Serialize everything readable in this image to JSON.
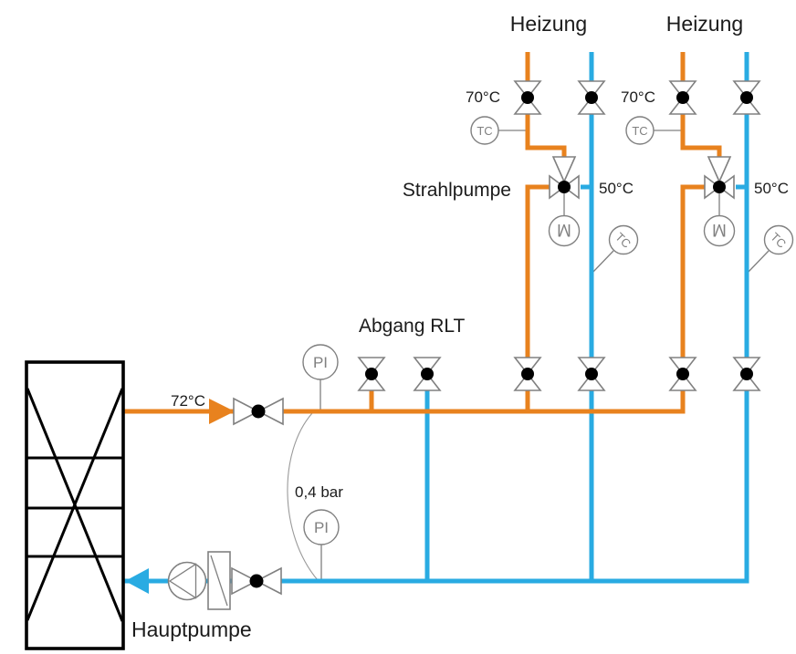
{
  "colors": {
    "supply": "#E8821E",
    "return": "#29ABE2",
    "outline": "#808080",
    "arc": "#9A9A9A",
    "ink": "#1B1B1B",
    "black": "#000000",
    "bg": "#FFFFFF"
  },
  "main": {
    "supply_temp": "72°C",
    "differential_pressure": "0,4 bar",
    "pump_label": "Hauptpumpe",
    "jet_pump_label": "Strahlpumpe",
    "rlt_outlet_label": "Abgang RLT",
    "pi_supply": "PI",
    "pi_return": "PI"
  },
  "circuits": {
    "left": {
      "title": "Heizung",
      "supply_temp": "70°C",
      "return_temp": "50°C",
      "controller": "TC",
      "return_sensor": "TC",
      "actuator": "M"
    },
    "right": {
      "title": "Heizung",
      "supply_temp": "70°C",
      "return_temp": "50°C",
      "controller": "TC",
      "return_sensor": "TC",
      "actuator": "M"
    }
  }
}
